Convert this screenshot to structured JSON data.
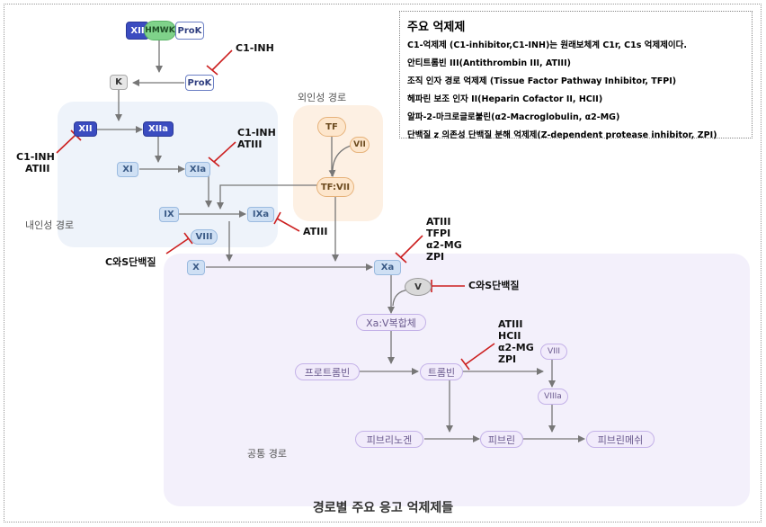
{
  "regions": {
    "intrinsic": "내인성 경로",
    "extrinsic": "외인성 경로",
    "common": "공통 경로"
  },
  "nodes": {
    "xii_top": "XII",
    "hmwk": "HMWK",
    "prok_top": "ProK",
    "prok": "ProK",
    "k": "K",
    "xii": "XII",
    "xiia": "XIIa",
    "xi": "XI",
    "xia": "XIa",
    "ix": "IX",
    "ixa": "IXa",
    "viii": "VIII",
    "x": "X",
    "xa": "Xa",
    "tf": "TF",
    "vii": "VII",
    "tfvii": "TF:VII",
    "v": "V",
    "xav": "Xa:V복합체",
    "prothrombin": "프로트롬빈",
    "thrombin": "트롬빈",
    "viii_c": "VIII",
    "viiia": "VIIIa",
    "fibrinogen": "피브리노겐",
    "fibrin": "피브린",
    "fibrin_mesh": "피브린메쉬"
  },
  "inhibitor_labels": {
    "c1inh_top": "C1-INH",
    "c1inh_atiii_left": [
      "C1-INH",
      "ATIII"
    ],
    "c1inh_atiii_xia": [
      "C1-INH",
      "ATIII"
    ],
    "atiii_ixa": "ATIII",
    "protein_cs_left": "C와S단백질",
    "xa_inhibitors": [
      "ATIII",
      "TFPI",
      "α2-MG",
      "ZPI"
    ],
    "protein_cs_right": "C와S단백질",
    "thrombin_inhibitors": [
      "ATIII",
      "HCII",
      "α2-MG",
      "ZPI"
    ]
  },
  "legend": {
    "title": "주요 억제제",
    "items": [
      "C1-억제제 (C1-inhibitor,C1-INH)는 원래보체계 C1r, C1s 억제제이다.",
      "안티트롬빈 III(Antithrombin III, ATIII)",
      "조직 인자 경로 억제제 (Tissue Factor Pathway Inhibitor, TFPI)",
      "헤파린 보조 인자 II(Heparin Cofactor II, HCII)",
      "알파-2-마크로글로불린(α2-Macroglobulin, α2-MG)",
      "단백질 z 의존성 단백질 분해 억제제(Z-dependent protease inhibitor, ZPI)"
    ]
  },
  "caption": "경로별 주요 응고 억제제들",
  "colors": {
    "inhibitor_line": "#cc1f1f",
    "arrow": "#777777",
    "intrinsic_bg": "#eef3fa",
    "extrinsic_bg": "#fdf0e3",
    "common_bg": "#f3f0fb"
  }
}
